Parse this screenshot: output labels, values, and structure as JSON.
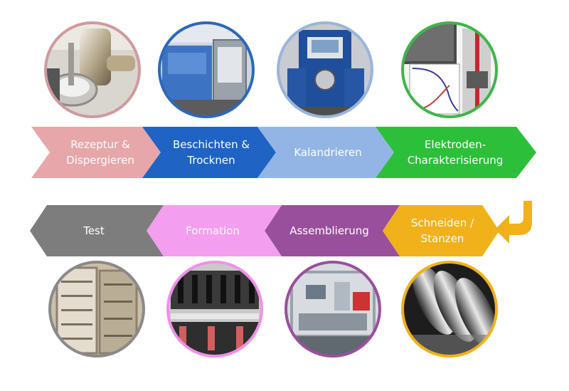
{
  "steps": [
    {
      "id": "rezeptur",
      "lines": [
        "Rezeptur &",
        "Dispergieren"
      ],
      "color": "#e7a6a9",
      "image": "mixer-dispersion-equipment",
      "ring": "#cf9a9e"
    },
    {
      "id": "beschichten",
      "lines": [
        "Beschichten &",
        "Trocknen"
      ],
      "color": "#1f63c4",
      "image": "coating-drying-machine",
      "ring": "#2d68b8"
    },
    {
      "id": "kalandrieren",
      "lines": [
        "Kalandrieren"
      ],
      "color": "#93b5e6",
      "image": "calender-press-machine",
      "ring": "#9ab5da"
    },
    {
      "id": "elektroden",
      "lines": [
        "Elektroden-",
        "Charakterisierung"
      ],
      "color": "#2cbf39",
      "image": "electrode-characterization-chart",
      "ring": "#3fb54a"
    },
    {
      "id": "schneiden",
      "lines": [
        "Schneiden /",
        "Stanzen"
      ],
      "color": "#f0b11a",
      "image": "slitting-rollers",
      "ring": "#f0b11a"
    },
    {
      "id": "assemblierung",
      "lines": [
        "Assemblierung"
      ],
      "color": "#9a4f9c",
      "image": "assembly-line",
      "ring": "#9a4f9c"
    },
    {
      "id": "formation",
      "lines": [
        "Formation"
      ],
      "color": "#f49ef0",
      "image": "formation-cell-rack",
      "ring": "#f090e8"
    },
    {
      "id": "test",
      "lines": [
        "Test"
      ],
      "color": "#7d7d7d",
      "image": "test-chamber-cabinet",
      "ring": "#8a8a8a"
    }
  ],
  "connector": {
    "color": "#f0b11a",
    "icon": "curved-return-arrow"
  }
}
